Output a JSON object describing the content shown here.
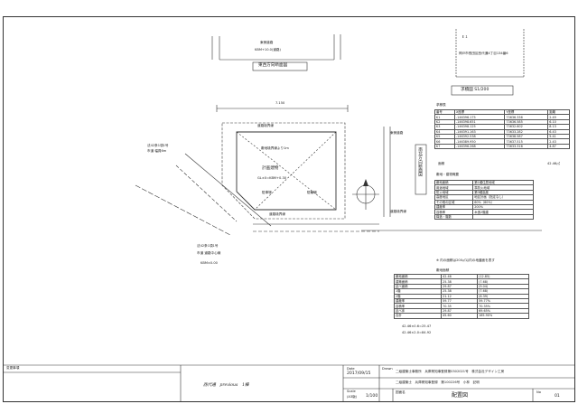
{
  "section_top": {
    "title": "東西方向断面図",
    "road_label": "東側道路",
    "road_level": "KBM+10.0(道路)"
  },
  "location": {
    "title": "求積図 S1/200",
    "lot": "神戸市長田区西代通4丁目134番6",
    "tag": "Ｅ１",
    "area_title": "求積表",
    "rows": [
      [
        "番号",
        "X座標",
        "Y座標",
        "距離"
      ],
      [
        "K1",
        "-146396.175",
        "73636.336",
        "2.49"
      ],
      [
        "K2",
        "-146398.651",
        "73636.585",
        "6.10"
      ],
      [
        "K3",
        "-146398.125",
        "73632.602",
        "8.13"
      ],
      [
        "K4",
        "-146391.163",
        "73633.282",
        "6.43"
      ],
      [
        "K5",
        "-146392.538",
        "73638.587",
        "5.41"
      ],
      [
        "K6",
        "-146389.950",
        "73637.515",
        "2.43"
      ],
      [
        "K7",
        "-146396.268",
        "73633.316",
        "4.87"
      ]
    ],
    "total_label": "面積",
    "total_value": "42.46㎡"
  },
  "site": {
    "dim_top": "7.150",
    "road_north": "道路境界線",
    "building_label": "計画建物",
    "parking": "駐車場",
    "bicycle": "駐輪場",
    "note1": "敷地境界線より1m",
    "note2": "GL±0=KBM+0.30",
    "note3": "道路境界線",
    "left_road": "法42条1項1号",
    "left_road2": "市道 幅員6m",
    "bottom_road": "法42条1項1号",
    "bottom_road2": "市道 道路中心線",
    "bottom_level": "KBM±0.00",
    "right_section": "南北方向断面図",
    "right_road": "東側道路",
    "right_road2": "道路境界線"
  },
  "summary": {
    "header": [
      "敷地・建物概要"
    ],
    "rows": [
      [
        "敷地面積",
        "第1種住居地域"
      ],
      [
        "用途地域",
        "準防火地域"
      ],
      [
        "防火地域",
        "第3種高度"
      ],
      [
        "高度地区",
        "地区計画（指定なし）"
      ],
      [
        "その他の区域",
        "60%（80%）"
      ],
      [
        "建蔽率",
        "200%"
      ],
      [
        "容積率",
        "木造2階建"
      ],
      [
        "構造・階数",
        ""
      ]
    ],
    "note": "※ 内の面積は200㎡以内の地盤面を表す",
    "legend_title": "敷地面積",
    "legend_rows": [
      [
        "敷地面積",
        "42.46",
        "(12.85)"
      ],
      [
        "建築面積",
        "25.38",
        "(7.68)"
      ],
      [
        "延べ面積",
        "29.87",
        "(9.04)"
      ],
      [
        "1階",
        "25.38",
        "(7.68)"
      ],
      [
        "2階",
        "21.12",
        "(6.39)"
      ],
      [
        "建蔽率",
        "59.77",
        "59.77%"
      ],
      [
        "容積率",
        "70.35",
        "70.35%"
      ],
      [
        "延べ床",
        "29.87",
        "69.65%"
      ],
      [
        "合計",
        "45.60",
        "165.90%"
      ]
    ],
    "calc1": "42.46×0.6=25.47",
    "calc2": "42.46×2.0=84.92"
  },
  "title_block": {
    "revision_label": "変更事項",
    "date_label": "Date",
    "date": "2017/09/15",
    "drawn_label": "Drawn",
    "drawn_by": "二級建築士事務所　兵庫県知事登録第0302021号　株式会社デザイン工房",
    "drawn_by2": "二級建築士　兵庫県知事登録　第100226号　小林　記明",
    "scale_label": "Scale",
    "scale_note": "(A3版)",
    "scale": "1/100",
    "drawing_label": "図面名",
    "drawing_name": "配置図",
    "no_label": "No",
    "no": "01",
    "handwritten": "西代通　previous　1棟"
  }
}
